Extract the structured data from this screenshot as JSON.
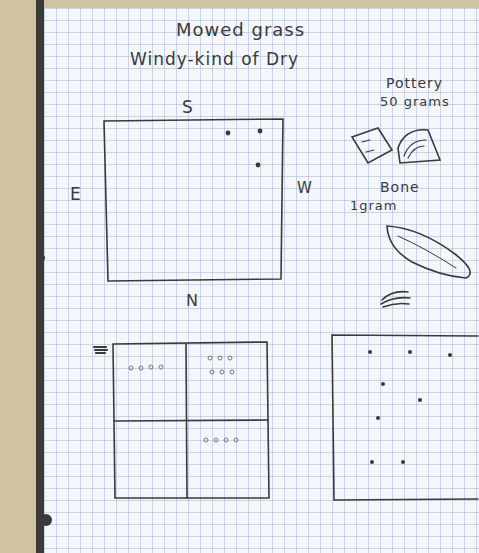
{
  "diagram": {
    "title": "Mowed grass",
    "labels": [
      "Windy-kind of Dry",
      "S",
      "E",
      "W",
      "N",
      "Pottery",
      "50 grams",
      "Bone",
      "1gram"
    ]
  }
}
